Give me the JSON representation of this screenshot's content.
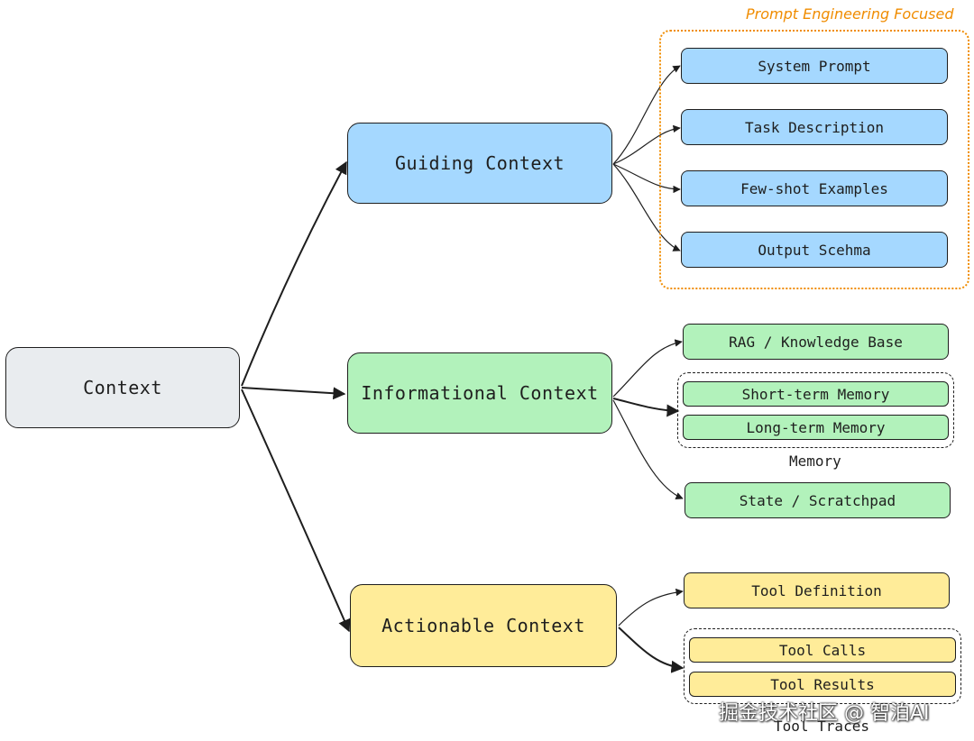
{
  "root": {
    "label": "Context"
  },
  "branches": {
    "guiding": {
      "label": "Guiding Context",
      "items": [
        "System Prompt",
        "Task Description",
        "Few-shot Examples",
        "Output Scehma"
      ],
      "group_label": "Prompt Engineering Focused"
    },
    "informational": {
      "label": "Informational Context",
      "items": [
        "RAG / Knowledge Base",
        "State / Scratchpad"
      ],
      "memory": {
        "label": "Memory",
        "items": [
          "Short-term Memory",
          "Long-term Memory"
        ]
      }
    },
    "actionable": {
      "label": "Actionable Context",
      "items": [
        "Tool Definition"
      ],
      "traces": {
        "label": "Tool Traces",
        "items": [
          "Tool Calls",
          "Tool Results"
        ]
      }
    }
  },
  "watermark": "掘金技术社区 @ 智泊AI",
  "colors": {
    "root": "#e9ecef",
    "guiding": "#a5d8ff",
    "informational": "#b2f2bb",
    "actionable": "#ffec99",
    "highlight_group": "#f08c00",
    "stroke": "#1e1e1e"
  }
}
